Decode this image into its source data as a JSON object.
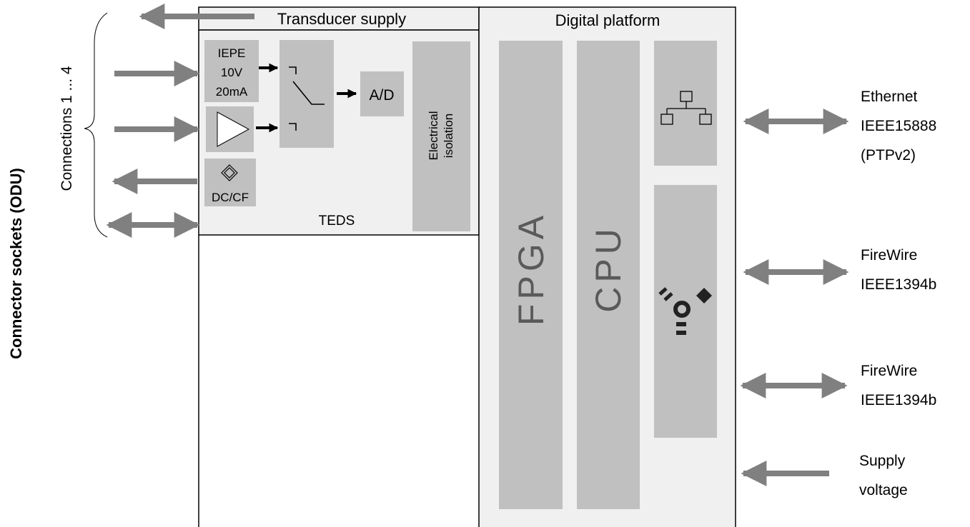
{
  "side_title": "Connector sockets (ODU)",
  "connections_label": "Connections 1 ... 4",
  "transducer_supply": "Transducer supply",
  "digital_platform": "Digital platform",
  "iepe": {
    "line1": "IEPE",
    "line2": "10V",
    "line3": "20mA"
  },
  "dccf": "DC/CF",
  "teds": "TEDS",
  "ad": "A/D",
  "isolation": {
    "line1": "Electrical",
    "line2": "isolation"
  },
  "fpga": "FPGA",
  "cpu": "CPU",
  "right_labels": {
    "ethernet": {
      "line1": "Ethernet",
      "line2": "IEEE15888",
      "line3": "(PTPv2)"
    },
    "firewire1": {
      "line1": "FireWire",
      "line2": "IEEE1394b"
    },
    "firewire2": {
      "line1": "FireWire",
      "line2": "IEEE1394b"
    },
    "supply": {
      "line1": "Supply",
      "line2": "voltage"
    }
  },
  "icons": [
    "network-icon",
    "firewire-icon",
    "amplifier-icon",
    "bridge-icon",
    "switch-icon"
  ],
  "colors": {
    "block": "#c0c0c0",
    "panel": "#f0f0f0",
    "arrow": "#808080",
    "line": "#000000"
  }
}
